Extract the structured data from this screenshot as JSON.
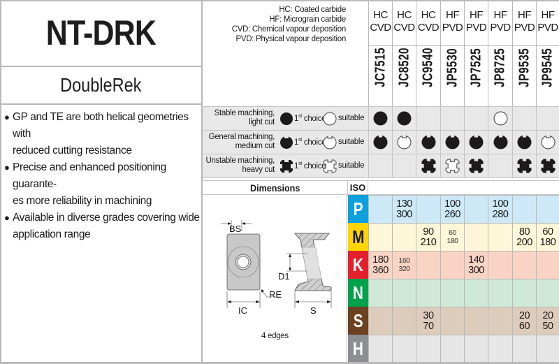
{
  "product": {
    "title": "NT-DRK",
    "subtitle": "DoubleRek",
    "features": [
      "GP and TE are both helical geometries with reduced cutting resistance",
      "Precise and enhanced positioning guarante-es more reliability in machining",
      "Available in diverse grades covering wide application range"
    ],
    "features_lines": [
      [
        "GP and TE are both helical geometries with",
        "reduced cutting resistance"
      ],
      [
        "Precise and enhanced positioning guarante-",
        "es more reliability in machining"
      ],
      [
        "Available in diverse grades covering wide",
        "application range"
      ]
    ]
  },
  "legend": {
    "abbreviations": [
      "HC: Coated carbide",
      "HF: Micrograin carbide",
      "CVD: Chemical vapour deposition",
      "PVD: Physical vapour deposition"
    ],
    "machining_rows": [
      {
        "label_line1": "Stable machining,",
        "label_line2": "light cut",
        "first_choice": "1",
        "first_choice_sup": "st",
        "first_choice_text": " choice",
        "suitable": "suitable",
        "symbol": "solid-circle"
      },
      {
        "label_line1": "General machining,",
        "label_line2": "medium cut",
        "first_choice": "1",
        "first_choice_sup": "st",
        "first_choice_text": " choice",
        "suitable": "suitable",
        "symbol": "notched-circle"
      },
      {
        "label_line1": "Unstable machining,",
        "label_line2": "heavy cut",
        "first_choice": "1",
        "first_choice_sup": "st",
        "first_choice_text": " choice",
        "suitable": "suitable",
        "symbol": "cross-notched-square"
      }
    ]
  },
  "grades": [
    {
      "type": "HC",
      "coating": "CVD",
      "code": "JC7515",
      "stable": "first",
      "general": "first",
      "unstable": ""
    },
    {
      "type": "HC",
      "coating": "CVD",
      "code": "JC8520",
      "stable": "first",
      "general": "suitable",
      "unstable": ""
    },
    {
      "type": "HC",
      "coating": "CVD",
      "code": "JC9540",
      "stable": "",
      "general": "first",
      "unstable": "first"
    },
    {
      "type": "HF",
      "coating": "PVD",
      "code": "JP5530",
      "stable": "",
      "general": "first",
      "unstable": "suitable"
    },
    {
      "type": "HF",
      "coating": "PVD",
      "code": "JP7525",
      "stable": "",
      "general": "first",
      "unstable": "first"
    },
    {
      "type": "HF",
      "coating": "PVD",
      "code": "JP8725",
      "stable": "suitable",
      "general": "first",
      "unstable": ""
    },
    {
      "type": "HF",
      "coating": "PVD",
      "code": "JP9535",
      "stable": "",
      "general": "first",
      "unstable": "first"
    },
    {
      "type": "HF",
      "coating": "PVD",
      "code": "JP9545",
      "stable": "",
      "general": "suitable",
      "unstable": "first"
    }
  ],
  "dimensions": {
    "header": "Dimensions",
    "labels": {
      "bs": "BS",
      "d1": "D1",
      "re": "RE",
      "ic": "IC",
      "s": "S"
    },
    "edges_note": "4 edges"
  },
  "iso": {
    "header": "ISO",
    "rows": [
      {
        "letter": "P",
        "color": "#0ea0dd",
        "bg": "#cde9f8",
        "text_color": "#ffffff",
        "values": [
          [
            "",
            ""
          ],
          [
            "130",
            "300"
          ],
          [
            "",
            ""
          ],
          [
            "100",
            "260"
          ],
          [
            "",
            ""
          ],
          [
            "100",
            "280"
          ],
          [
            "",
            ""
          ],
          [
            "",
            ""
          ]
        ],
        "small": [
          false,
          false,
          false,
          false,
          false,
          false,
          false,
          false
        ]
      },
      {
        "letter": "M",
        "color": "#ffd400",
        "bg": "#fdf6d8",
        "text_color": "#1a1a1a",
        "values": [
          [
            "",
            ""
          ],
          [
            "",
            ""
          ],
          [
            "90",
            "210"
          ],
          [
            "60",
            "180"
          ],
          [
            "",
            ""
          ],
          [
            "",
            ""
          ],
          [
            "80",
            "200"
          ],
          [
            "60",
            "180"
          ]
        ],
        "small": [
          false,
          false,
          false,
          true,
          false,
          false,
          false,
          false
        ]
      },
      {
        "letter": "K",
        "color": "#e3202c",
        "bg": "#f9d3c4",
        "text_color": "#ffffff",
        "values": [
          [
            "180",
            "360"
          ],
          [
            "160",
            "320"
          ],
          [
            "",
            ""
          ],
          [
            "",
            ""
          ],
          [
            "140",
            "300"
          ],
          [
            "",
            ""
          ],
          [
            "",
            ""
          ],
          [
            "",
            ""
          ]
        ],
        "small": [
          false,
          true,
          false,
          false,
          false,
          false,
          false,
          false
        ]
      },
      {
        "letter": "N",
        "color": "#00a14b",
        "bg": "#cfe8d8",
        "text_color": "#ffffff",
        "values": [
          [
            "",
            ""
          ],
          [
            "",
            ""
          ],
          [
            "",
            ""
          ],
          [
            "",
            ""
          ],
          [
            "",
            ""
          ],
          [
            "",
            ""
          ],
          [
            "",
            ""
          ],
          [
            "",
            ""
          ]
        ],
        "small": [
          false,
          false,
          false,
          false,
          false,
          false,
          false,
          false
        ]
      },
      {
        "letter": "S",
        "color": "#6b4120",
        "bg": "#ddccbb",
        "text_color": "#ffffff",
        "values": [
          [
            "",
            ""
          ],
          [
            "",
            ""
          ],
          [
            "30",
            "70"
          ],
          [
            "",
            ""
          ],
          [
            "",
            ""
          ],
          [
            "",
            ""
          ],
          [
            "20",
            "60"
          ],
          [
            "20",
            "50"
          ]
        ],
        "small": [
          false,
          false,
          false,
          false,
          false,
          false,
          false,
          false
        ]
      },
      {
        "letter": "H",
        "color": "#8c8e91",
        "bg": "#e6e6e6",
        "text_color": "#ffffff",
        "values": [
          [
            "",
            ""
          ],
          [
            "",
            ""
          ],
          [
            "",
            ""
          ],
          [
            "",
            ""
          ],
          [
            "",
            ""
          ],
          [
            "",
            ""
          ],
          [
            "",
            ""
          ],
          [
            "",
            ""
          ]
        ],
        "small": [
          false,
          false,
          false,
          false,
          false,
          false,
          false,
          false
        ]
      }
    ]
  }
}
